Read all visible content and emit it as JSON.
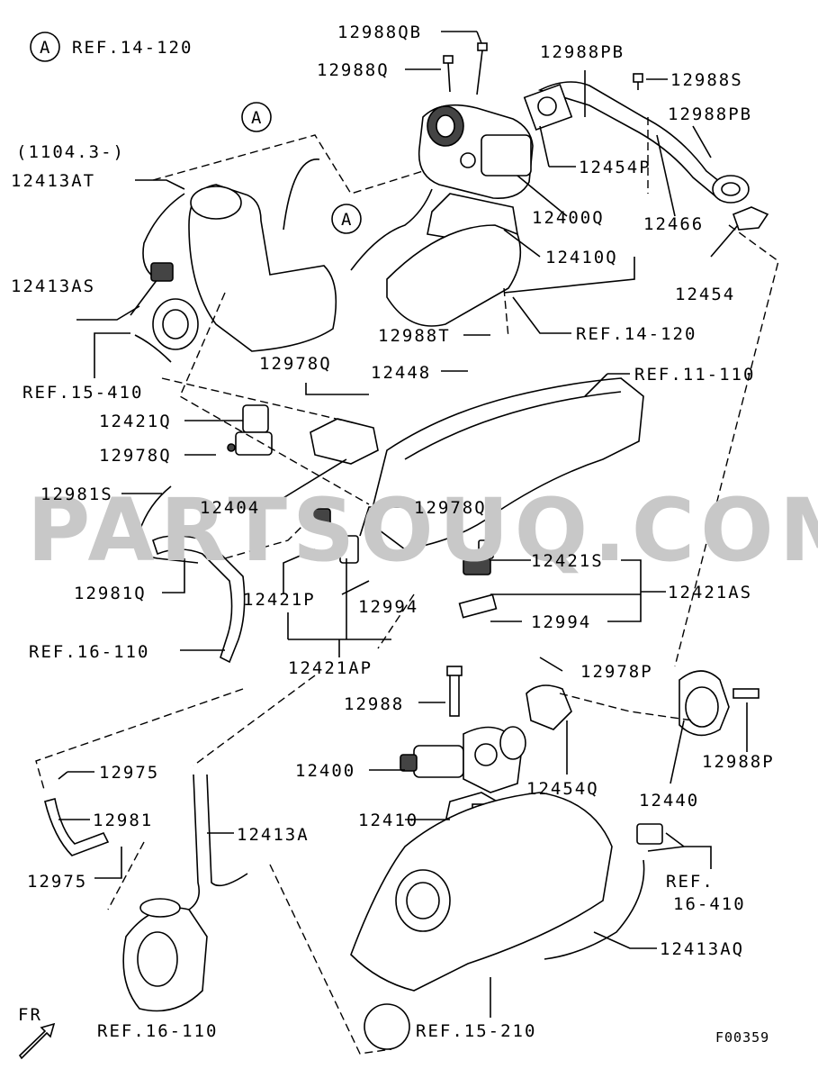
{
  "watermark": "PARTSOUQ.COM",
  "figure_code": "F00359",
  "direction_label": "FR",
  "callouts": {
    "circle_a": "A",
    "ref_14_120_top": "REF.14-120",
    "ref_14_120_mid": "REF.14-120",
    "ref_15_410": "REF.15-410",
    "ref_11_110": "REF.11-110",
    "ref_16_110_left": "REF.16-110",
    "ref_16_110_bottom": "REF.16-110",
    "ref_15_210": "REF.15-210",
    "ref_16_410_a": "REF.",
    "ref_16_410_b": "16-410",
    "date_note": "(1104.3-)"
  },
  "parts": {
    "p12988QB": "12988QB",
    "p12988Q": "12988Q",
    "p12988PB_top": "12988PB",
    "p12988S": "12988S",
    "p12988PB_right": "12988PB",
    "p12454P": "12454P",
    "p12466": "12466",
    "p12400Q": "12400Q",
    "p12410Q": "12410Q",
    "p12454": "12454",
    "p12988T": "12988T",
    "p12413AT": "12413AT",
    "p12413AS": "12413AS",
    "p12978Q_a": "12978Q",
    "p12448": "12448",
    "p12421Q": "12421Q",
    "p12978Q_b": "12978Q",
    "p12981S": "12981S",
    "p12404": "12404",
    "p12978Q_c": "12978Q",
    "p12421S": "12421S",
    "p12421AS": "12421AS",
    "p12981Q": "12981Q",
    "p12421P": "12421P",
    "p12994_a": "12994",
    "p12994_b": "12994",
    "p12421AP": "12421AP",
    "p12978P": "12978P",
    "p12988": "12988",
    "p12400": "12400",
    "p12454Q": "12454Q",
    "p12440": "12440",
    "p12988P": "12988P",
    "p12975_a": "12975",
    "p12981": "12981",
    "p12975_b": "12975",
    "p12413A": "12413A",
    "p12410": "12410",
    "p12413AQ": "12413AQ"
  }
}
